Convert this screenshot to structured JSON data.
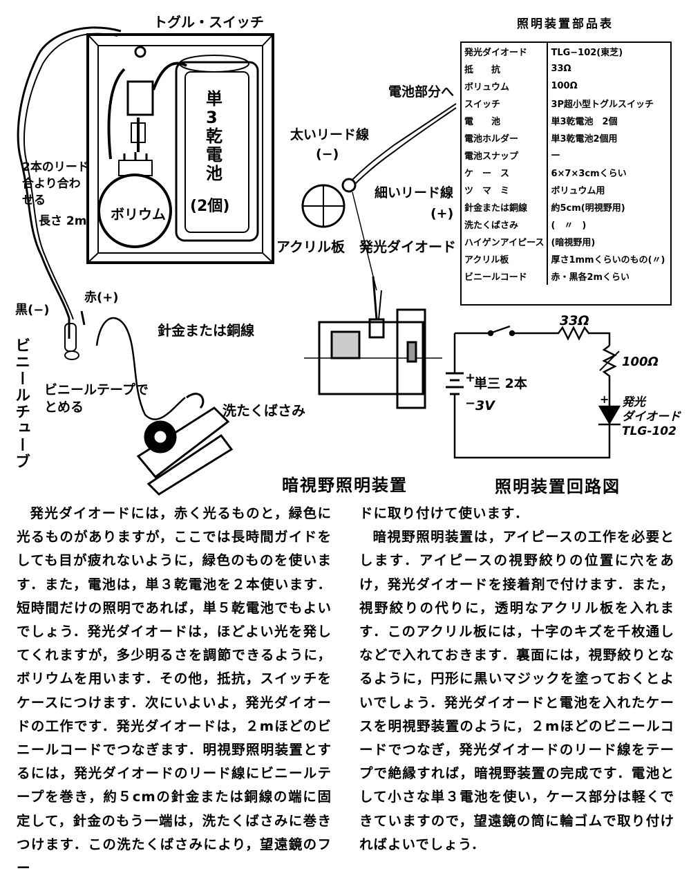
{
  "diagram_labels": {
    "toggle_switch": "トグル・スイッチ",
    "battery": "単\n3\n乾\n電\n池",
    "battery_count": "(2個)",
    "volume": "ボリウム",
    "lead_twist": "2本のリード\n合より合わ\nせる",
    "length": "長さ 2m",
    "to_battery": "電池部分へ",
    "thick_lead": "太いリード線",
    "minus": "(−)",
    "thin_lead": "細いリード線",
    "plus": "(+)",
    "acrylic": "アクリル板",
    "led": "発光ダイオード",
    "red": "赤(+)",
    "black": "黒(−)",
    "wire": "針金または銅線",
    "vinyl_tube": "ビニールチューブ",
    "vinyl_tape": "ビニールテープで\nとめる",
    "clothespin": "洗たくばさみ",
    "title_device": "暗視野照明装置",
    "title_circuit": "照明装置回路図"
  },
  "circuit": {
    "resistor": "33Ω",
    "volume": "100Ω",
    "battery": "単三 2本",
    "voltage": "3V",
    "plus_sign": "+",
    "minus_sign": "−",
    "led_label": "発光\nダイオード\nTLG-102",
    "led_plus": "+"
  },
  "parts_table": {
    "title": "照明装置部品表",
    "rows": [
      [
        "発光ダイオード",
        "TLG−102(東芝)"
      ],
      [
        "抵　　抗",
        "33Ω"
      ],
      [
        "ボリュウム",
        "100Ω"
      ],
      [
        "スイッチ",
        "3P超小型トグルスイッチ"
      ],
      [
        "電　　池",
        "単3乾電池　2個"
      ],
      [
        "電池ホルダー",
        "単3乾電池2個用"
      ],
      [
        "電池スナップ",
        "—"
      ],
      [
        "ケ　ー　ス",
        "6×7×3cmくらい"
      ],
      [
        "ツ　マ　ミ",
        "ボリュウム用"
      ],
      [
        "針金または銅線",
        "約5cm(明視野用)"
      ],
      [
        "洗たくばさみ",
        "(　〃　)"
      ],
      [
        "ハイゲンアイピース",
        "(暗視野用)"
      ],
      [
        "アクリル板",
        "厚さ1mmくらいのもの(〃)"
      ],
      [
        "ビニールコード",
        "赤・黒各2mくらい"
      ]
    ]
  },
  "text_left": "発光ダイオードには，赤く光るものと，緑色に光るものがありますが，ここでは長時間ガイドをしても目が疲れないように，緑色のものを使います．また，電池は，単３乾電池を２本使います．短時間だけの照明であれば，単５乾電池でもよいでしょう．発光ダイオードは，ほどよい光を発してくれますが，多少明るさを調節できるように，ボリウムを用います．その他，抵抗，スイッチをケースにつけます．次にいよいよ，発光ダイオードの工作です．発光ダイオードは，２mほどのビニールコードでつなぎます．明視野照明装置とするには，発光ダイオードのリード線にビニールテープを巻き，約５cmの針金または銅線の端に固定して，針金のもう一端は，洗たくばさみに巻きつけます．この洗たくばさみにより，望遠鏡のフー",
  "text_right_1": "ドに取り付けて使います．",
  "text_right_2": "暗視野照明装置は，アイピースの工作を必要とします．アイピースの視野絞りの位置に穴をあけ，発光ダイオードを接着剤で付けます．また，視野絞りの代りに，透明なアクリル板を入れます．このアクリル板には，十字のキズを千枚通しなどで入れておきます．裏面には，視野絞りとなるように，円形に黒いマジックを塗っておくとよいでしょう．発光ダイオードと電池を入れたケースを明視野装置のように，２mほどのビニールコードでつなぎ，発光ダイオードのリード線をテープで絶縁すれば，暗視野装置の完成です．電池として小さな単３電池を使い，ケース部分は軽くできていますので，望遠鏡の筒に輪ゴムで取り付ければよいでしょう．"
}
